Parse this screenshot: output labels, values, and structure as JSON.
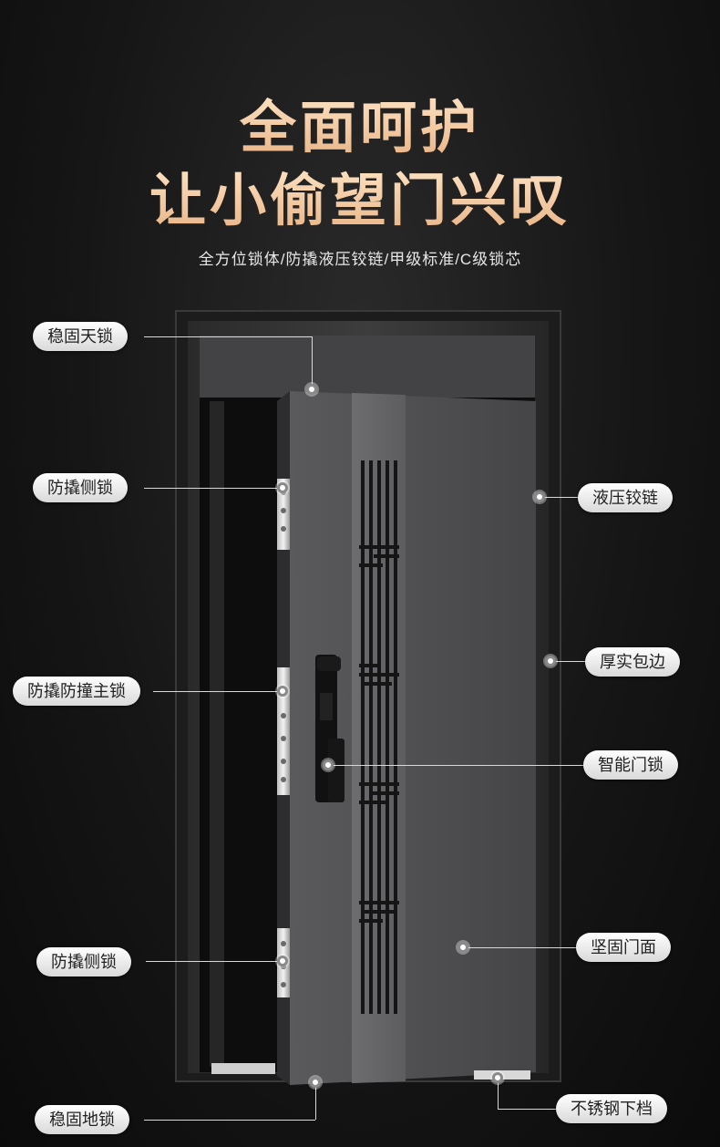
{
  "headline": {
    "line1": "全面呵护",
    "line2": "让小偷望门兴叹",
    "subline": "全方位锁体/防撬液压铰链/甲级标准/C级锁芯"
  },
  "callouts": {
    "top_lock": "稳固天锁",
    "side_lock_upper": "防撬侧锁",
    "main_lock": "防撬防撞主锁",
    "side_lock_lower": "防撬侧锁",
    "floor_lock": "稳固地锁",
    "hydraulic_hinge": "液压铰链",
    "thick_edge": "厚实包边",
    "smart_lock": "智能门锁",
    "door_panel": "坚固门面",
    "steel_threshold": "不锈钢下档"
  },
  "colors": {
    "headline_gold": "#f2c9a0",
    "label_bg": "#f0f0f0",
    "door_body": "#4a4a4c"
  }
}
